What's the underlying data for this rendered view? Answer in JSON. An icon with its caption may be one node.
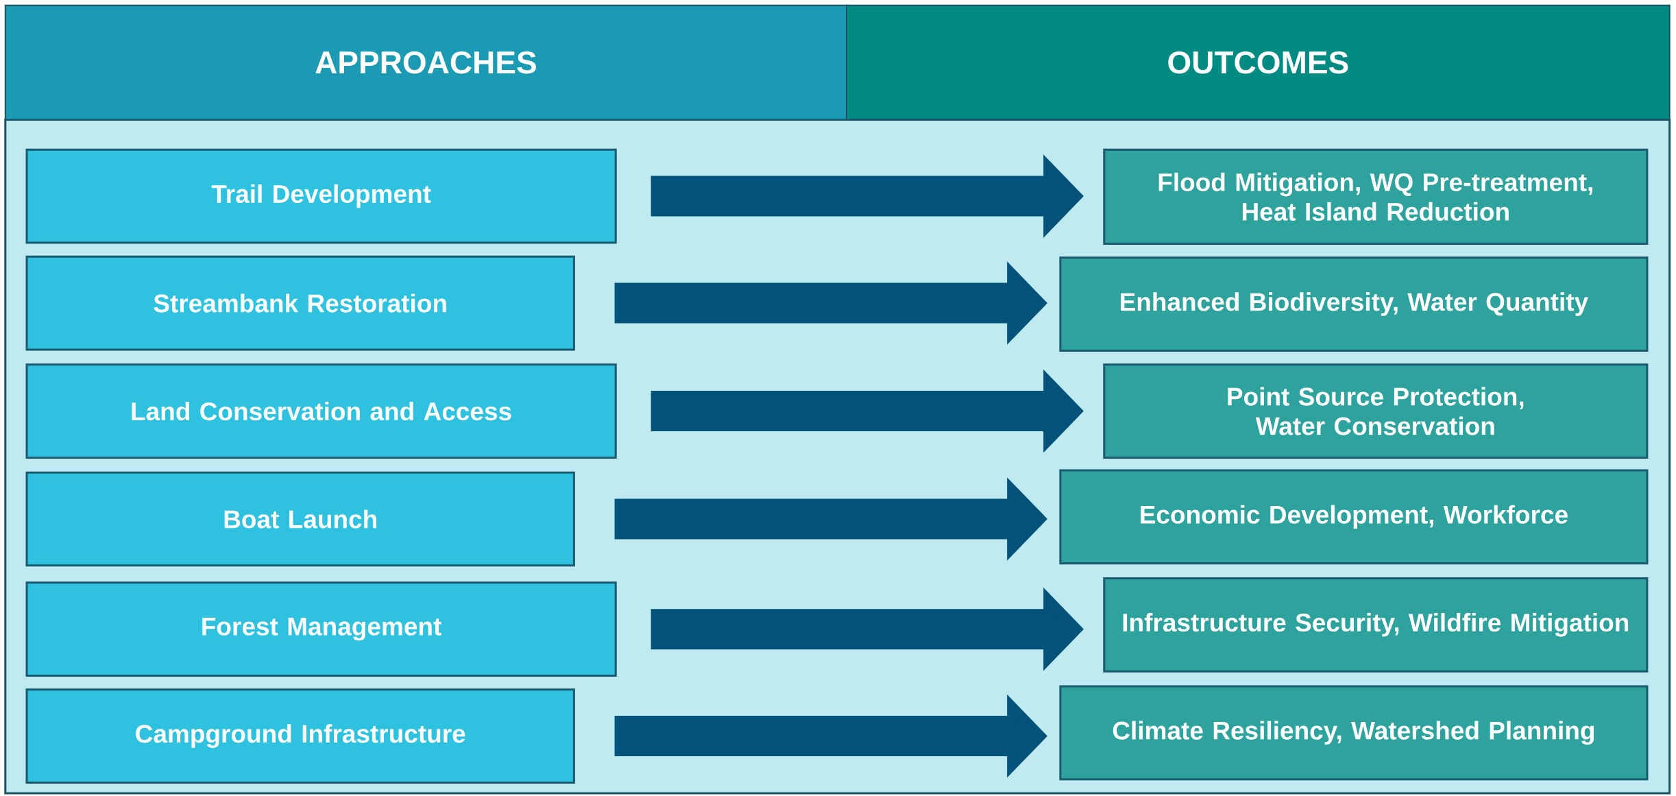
{
  "diagram": {
    "nodes": [
      {
        "text": [
          "APPROACHES"
        ]
      },
      {
        "text": [
          "OUTCOMES"
        ]
      },
      {
        "text": [
          "Trail Development"
        ]
      },
      {
        "text": [
          "Flood Mitigation, WQ Pre-treatment, Heat Island Reduction"
        ]
      },
      {
        "text": [
          "Streambank Restoration"
        ]
      },
      {
        "text": [
          "Enhanced Biodiversity, Water Quantity"
        ]
      },
      {
        "text": [
          "Land Conservation and Access"
        ]
      },
      {
        "text": [
          "Point Source Protection, Water Conservation"
        ]
      },
      {
        "text": [
          "Boat Launch"
        ]
      },
      {
        "text": [
          "Economic Development, Workforce"
        ]
      },
      {
        "text": [
          "Forest Management"
        ]
      },
      {
        "text": [
          "Infrastructure Security, Wildfire Mitigation"
        ]
      },
      {
        "text": [
          "Campground Infrastructure"
        ]
      },
      {
        "text": [
          "Climate Resiliency, Watershed Planning"
        ]
      }
    ],
    "edges": [
      {
        "from": 2,
        "to": 3,
        "arrow": "to"
      },
      {
        "from": 4,
        "to": 5,
        "arrow": "to"
      },
      {
        "from": 6,
        "to": 7,
        "arrow": "to"
      },
      {
        "from": 8,
        "to": 9,
        "arrow": "to"
      },
      {
        "from": 10,
        "to": 11,
        "arrow": "to"
      },
      {
        "from": 12,
        "to": 13,
        "arrow": "to"
      }
    ]
  }
}
